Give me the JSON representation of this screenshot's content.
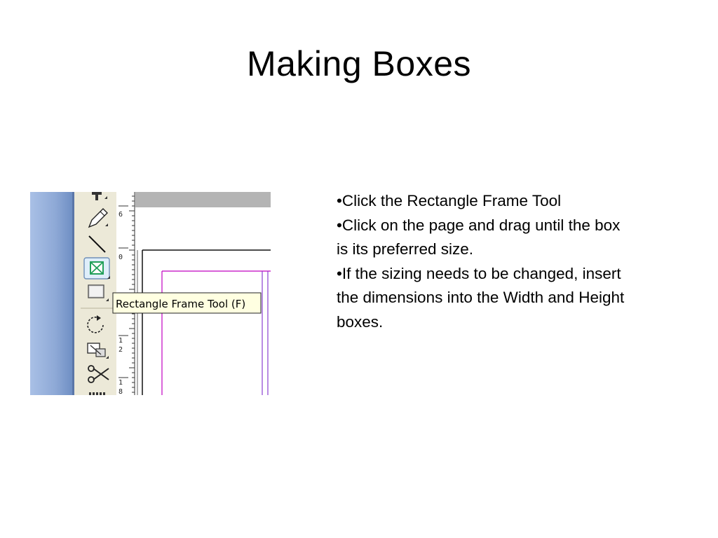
{
  "slide": {
    "title": "Making Boxes",
    "bullets": [
      "•Click the Rectangle Frame Tool",
      "•Click on the page and drag until the box is its preferred size.",
      "•If the sizing needs to be changed, insert the dimensions into the Width and Height boxes."
    ]
  },
  "screenshot": {
    "tooltip": "Rectangle Frame Tool (F)",
    "ruler_labels": [
      "6",
      "0",
      "1",
      "2",
      "1",
      "8"
    ],
    "tools": [
      {
        "name": "type-tool",
        "icon": "type-icon"
      },
      {
        "name": "pencil-tool",
        "icon": "pencil-icon"
      },
      {
        "name": "line-tool",
        "icon": "line-icon"
      },
      {
        "name": "rectangle-frame-tool",
        "icon": "rectangle-frame-icon",
        "selected": true
      },
      {
        "name": "rectangle-tool",
        "icon": "rectangle-icon"
      },
      {
        "name": "rotate-tool",
        "icon": "rotate-icon"
      },
      {
        "name": "scale-tool",
        "icon": "scale-icon"
      },
      {
        "name": "scissors-tool",
        "icon": "scissors-icon"
      }
    ],
    "colors": {
      "sidebar_blue": "#8ea9d6",
      "toolbar_bg": "#ece9d8",
      "margin_guide": "#c000c0",
      "tooltip_bg": "#ffffe1",
      "selected_tool": "#22a05a"
    }
  }
}
